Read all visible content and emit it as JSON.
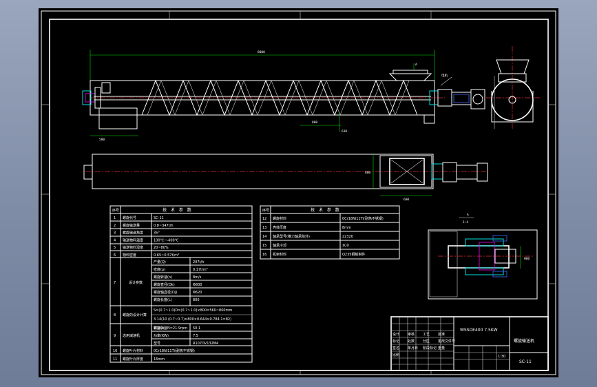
{
  "spec_table_left": {
    "header_no": "序号",
    "header_title": "技 术 参 数",
    "rows": [
      {
        "no": "1",
        "name": "螺旋代号",
        "value": "SC-11"
      },
      {
        "no": "2",
        "name": "螺旋输送量",
        "value": "0.8~347t/h"
      },
      {
        "no": "3",
        "name": "螺旋输送角度",
        "value": "35°"
      },
      {
        "no": "4",
        "name": "输送物料温度",
        "value": "100℃~-400℃"
      },
      {
        "no": "5",
        "name": "输送物料湿度",
        "value": "20~80%"
      },
      {
        "no": "6",
        "name": "物料密度",
        "value": "0.65~0.57t/m³"
      }
    ],
    "design_group": {
      "no": "7",
      "label": "设计参数",
      "rows": [
        {
          "name": "产量(Q)",
          "value": "207t/h"
        },
        {
          "name": "密度(ρ)",
          "value": "0.17t/m³"
        },
        {
          "name": "螺旋转速(n)",
          "value": "8m/s"
        },
        {
          "name": "螺旋直径(Dk)",
          "value": "Φ800"
        },
        {
          "name": "螺旋轴直径(Dj)",
          "value": "Φ620"
        },
        {
          "name": "螺旋长度(L)",
          "value": "800"
        }
      ]
    },
    "row8": {
      "no": "8",
      "name": "螺旋的设计计算",
      "lines": [
        "S=(0.7~1.0)D=(0.7~1.0)×800=560~800mm",
        "3.14(10 (0.7~0.7)×800×0.644×0.784.1=82)",
        "螺旋转速N=21.9rpm"
      ]
    },
    "row9": {
      "no": "9",
      "name": "选用减速机",
      "rows": [
        {
          "name": "转速(n)",
          "value": "50.1"
        },
        {
          "name": "功率(KW)",
          "value": "7.5"
        },
        {
          "name": "型号",
          "value": "R107DV132M4"
        }
      ]
    },
    "row10": {
      "no": "10",
      "name": "螺旋叶片材料",
      "value": "0Cr18Ni11Ti(耐热不锈钢)"
    },
    "row11": {
      "no": "11",
      "name": "螺旋叶片厚度",
      "value": "16mm"
    }
  },
  "spec_table_right": {
    "header_no": "序号",
    "header_title": "技 术 参 数",
    "rows": [
      {
        "no": "12",
        "name": "螺旋材料",
        "value": "0Cr18Ni11Ti(耐热不锈钢)"
      },
      {
        "no": "13",
        "name": "壳体厚度",
        "value": "8mm"
      },
      {
        "no": "14",
        "name": "轴承型号(推力轴承除外)",
        "value": "22320"
      },
      {
        "no": "15",
        "name": "轴承冷却",
        "value": "水冷"
      },
      {
        "no": "16",
        "name": "机架材料",
        "value": "Q235钢板制件"
      }
    ]
  },
  "detail": {
    "label_top": "A",
    "label_bottom": "1:4"
  },
  "title_block": {
    "design_text": "WSSDE400 7.5KW",
    "drawing_name": "螺旋输送机",
    "drawing_no": "SC-11",
    "scale_label": "1:30",
    "cells": [
      "设计",
      "审核",
      "工艺",
      "批准",
      "标记",
      "处数",
      "分区",
      "更改文件号",
      "签名",
      "年月日",
      "阶段标记",
      "重量",
      "比例"
    ]
  },
  "dimensions": {
    "overall_length": "8000",
    "left_end": "580",
    "outlet_h": "630",
    "outlet_w": "600",
    "plan_width": "800",
    "screw_pitch": "800",
    "detail_dim": "Φ80",
    "label_a": "A",
    "motor_label": "电机"
  }
}
